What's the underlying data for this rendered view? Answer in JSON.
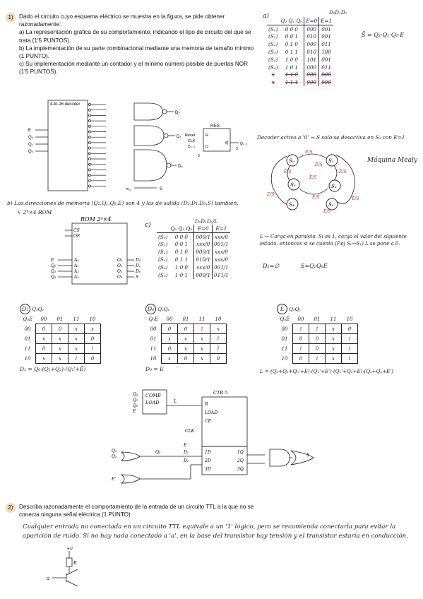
{
  "q1": {
    "number": "1)",
    "intro": "Dado el circuito cuyo esquema eléctrico se muestra en la figura, se pide obtener razonadamente:",
    "items": [
      "a) La representación gráfica de su comportamiento, indicando el tipo de circuito del que se trata (1'5 PUNTOS).",
      "b) La implementación de su parte combinacional mediante una memoria de tamaño mínimo (1 PUNTO).",
      "c) Su implementación mediante un contador y el mínimo número posible de puertas NOR (1'5 PUNTOS)."
    ],
    "decoder_title": "4-to-16 decoder",
    "decoder_inputs": [
      "E",
      "Q₀",
      "Q₁",
      "Q₂"
    ],
    "reg_title": "REG",
    "reg_labels": [
      "Reset",
      "CLK",
      "D₀₋₂",
      "R",
      "D",
      "Q",
      "3",
      "3",
      "Q₀₋₂"
    ],
    "gate_outputs": [
      "D₂",
      "D₁",
      "D₀",
      "S"
    ],
    "m_last": "m₁₅"
  },
  "answer_a": {
    "label": "a)",
    "header": [
      "Q₂",
      "Q₁",
      "Q₀",
      "E=0",
      "E=1"
    ],
    "group": "D₂D₁D₀",
    "rows": [
      [
        "(S₀)",
        "0 0 0",
        "000",
        "001"
      ],
      [
        "(S₁)",
        "0 0 1",
        "010",
        "001"
      ],
      [
        "(S₂)",
        "0 1 0",
        "000",
        "011"
      ],
      [
        "(S₃)",
        "0 1 1",
        "010",
        "100"
      ],
      [
        "(S₄)",
        "1 0 0",
        "101",
        "001"
      ],
      [
        "(S₅)",
        "1 0 1",
        "000",
        "011"
      ],
      [
        "x",
        "1 1 0",
        "000",
        "000"
      ],
      [
        "x",
        "1 1 1",
        "000",
        "000"
      ]
    ],
    "s_eq": "S̄ = Q₂·Q₁·Q₀·E",
    "note": "Decoder activo a '0' ⇒ S solo se desactiva en S₃ con E=1",
    "machine": "Máquina Mealy",
    "states": [
      "S₀",
      "S₁",
      "S₂",
      "S₃",
      "S₄",
      "S₅"
    ],
    "arc_labels": [
      "E/S",
      "Ē/S",
      "E/S",
      "Ē/S",
      "E/S",
      "Ē/S",
      "E/S",
      "Ē/S",
      "E/S̄"
    ]
  },
  "answer_b": {
    "text": "b) Las direcciones de memoria (Q₂,Q₁,Q₀,E) son 4 y las de salida (D₂,D₁,D₀,S) también.",
    "size": "↳ 2⁴×4 ROM",
    "rom_title": "ROM 2⁴×4",
    "rom_ctrl": [
      "CS",
      "OE"
    ],
    "rom_in": [
      "E",
      "Q₀",
      "Q₁",
      "Q₂"
    ],
    "rom_addr": [
      "A₀",
      "A₁",
      "A₂",
      "A₃"
    ],
    "rom_out": [
      "D₂",
      "D₁",
      "D₀",
      "S"
    ],
    "rom_out_pins": [
      "O₀",
      "O₁",
      "O₂",
      "O₃"
    ]
  },
  "answer_c": {
    "label": "c)",
    "header": [
      "Q₂",
      "Q₁",
      "Q₀",
      "E=0",
      "E=1"
    ],
    "group": "D₂D₁D₀/L",
    "rows": [
      [
        "(S₀)",
        "0 0 0",
        "000/1",
        "xxx/0"
      ],
      [
        "(S₁)",
        "0 0 1",
        "xxx/0",
        "001/1"
      ],
      [
        "(S₂)",
        "0 1 0",
        "000/1",
        "xxx/0"
      ],
      [
        "(S₃)",
        "0 1 1",
        "010/1",
        "xxx/0"
      ],
      [
        "(S₄)",
        "1 0 0",
        "xxx/0",
        "001/1"
      ],
      [
        "(S₅)",
        "1 0 1",
        "000/1",
        "011/1"
      ]
    ],
    "note1": "L → Carga en paralelo. Si es 1, carga el valor del siguiente estado, entonces si se cuenta (P.ej S₀→S₁) L se pone a 0.",
    "eq1": "D₂=∅",
    "eq2": "S=Q₂Q₀E"
  },
  "kmaps": [
    {
      "name": "D₁",
      "corner": "Q₂Q₁",
      "side": "Q₀E",
      "cols": [
        "00",
        "01",
        "11",
        "10"
      ],
      "rows": [
        [
          "00",
          "0",
          "0",
          "x",
          "x"
        ],
        [
          "01",
          "x",
          "x",
          "x",
          "0"
        ],
        [
          "11",
          "0",
          "x",
          "x",
          "1"
        ],
        [
          "10",
          "x",
          "x",
          "1",
          "0"
        ]
      ],
      "eq": "D₁ = Q₀·(Q₁+Q₂)·(Q₁'+Ē)"
    },
    {
      "name": "D₀",
      "corner": "Q₂Q₁",
      "side": "Q₀E",
      "cols": [
        "00",
        "01",
        "11",
        "10"
      ],
      "rows": [
        [
          "00",
          "0",
          "0",
          "1",
          "x"
        ],
        [
          "01",
          "x",
          "x",
          "x",
          "1"
        ],
        [
          "11",
          "0",
          "x",
          "x",
          "1"
        ],
        [
          "10",
          "x",
          "0",
          "x",
          "0"
        ]
      ],
      "eq": "D₀ = E"
    },
    {
      "name": "L",
      "corner": "Q₂Q₁",
      "side": "Q₀E",
      "cols": [
        "00",
        "01",
        "11",
        "10"
      ],
      "rows": [
        [
          "00",
          "1",
          "1",
          "x",
          "0"
        ],
        [
          "01",
          "0",
          "0",
          "x",
          "1"
        ],
        [
          "11",
          "1",
          "0",
          "x",
          "1"
        ],
        [
          "10",
          "0",
          "1",
          "x",
          "1"
        ]
      ],
      "eq": "L = (Q₂+Q₁+Q₀'+E)·(Q₁'+E')·(Q₁'+Q₀+E)·(Q₂+Q₀+E')"
    }
  ],
  "circuit_c": {
    "comb": [
      "COMB",
      "LOAD"
    ],
    "comb_in": [
      "Q₂",
      "Q₁",
      "Q₀",
      "E"
    ],
    "ctr": "CTR 5",
    "ctr_pins": [
      "R",
      "LOAD",
      "CE",
      "1D",
      "2D",
      "3D",
      "1Q",
      "2Q",
      "3Q"
    ],
    "signals": [
      "L",
      "CLK",
      "D₁",
      "D₂",
      "E",
      "Q₀",
      "Q₂",
      "Q₁",
      "E'",
      "S"
    ]
  },
  "q2": {
    "number": "2)",
    "question": "Describa razonadamente el comportamiento de la entrada de un circuito TTL a la que no se conecta ninguna señal eléctrica (1 PUNTO).",
    "answer": "Cualquier entrada no conectada en un circuito TTL equivale a un '1' lógico, pero se recomienda conectarla para evitar la aparición de ruido. Si no hay nada conectado a 'a', en la base del transistor hay tensión y el transistor estaría en conducción.",
    "labels": [
      "+V",
      "R",
      "a"
    ]
  }
}
